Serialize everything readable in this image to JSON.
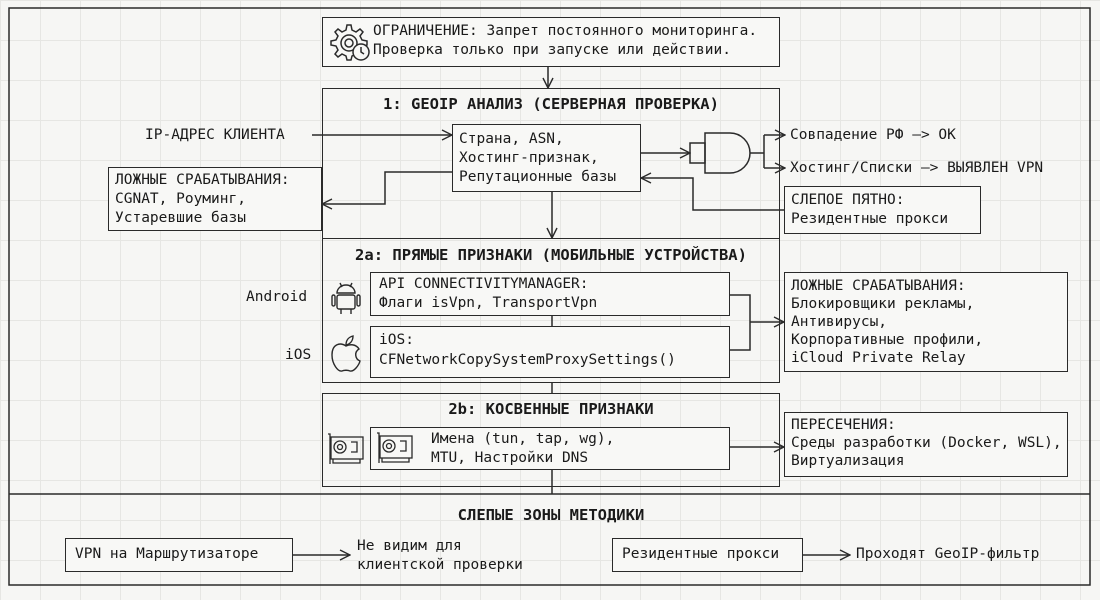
{
  "constraint": {
    "icon": "gear-clock-icon",
    "line1": "ОГРАНИЧЕНИЕ: Запрет постоянного мониторинга.",
    "line2": "Проверка только при запуске или действии."
  },
  "geoip": {
    "title": "1: GEOIP АНАЛИЗ (СЕРВЕРНАЯ ПРОВЕРКА)",
    "input_label": "IP-АДРЕС КЛИЕНТА",
    "checks": [
      "Страна, ASN,",
      "Хостинг-признак,",
      "Репутационные базы"
    ],
    "gate_icon": "and-gate-icon",
    "outcomes": [
      "Совпадение РФ —> OK",
      "Хостинг/Списки —> ВЫЯВЛЕН VPN"
    ],
    "false_positives": {
      "title": "ЛОЖНЫЕ СРАБАТЫВАНИЯ:",
      "lines": [
        "CGNAT, Роуминг,",
        "Устаревшие базы"
      ]
    },
    "blind_spot": {
      "title": "СЛЕПОЕ ПЯТНО:",
      "lines": [
        "Резидентные прокси"
      ]
    }
  },
  "direct": {
    "title": "2a: ПРЯМЫЕ ПРИЗНАКИ (МОБИЛЬНЫЕ УСТРОЙСТВА)",
    "android": {
      "label": "Android",
      "icon": "android-icon",
      "lines": [
        "API CONNECTIVITYMANAGER:",
        "Флаги isVpn, TransportVpn"
      ]
    },
    "ios": {
      "label": "iOS",
      "icon": "apple-icon",
      "lines": [
        "iOS:",
        "CFNetworkCopySystemProxySettings()"
      ]
    },
    "false_positives": {
      "title": "ЛОЖНЫЕ СРАБАТЫВАНИЯ:",
      "lines": [
        "Блокировщики рекламы,",
        "Антивирусы,",
        "Корпоративные профили,",
        "iCloud Private Relay"
      ]
    }
  },
  "indirect": {
    "title": "2b: КОСВЕННЫЕ ПРИЗНАКИ",
    "icon": "network-card-icon",
    "lines": [
      "Имена (tun, tap, wg),",
      "MTU, Настройки DNS"
    ],
    "overlaps": {
      "title": "ПЕРЕСЕЧЕНИЯ:",
      "lines": [
        "Среды разработки (Docker, WSL),",
        "Виртуализация"
      ]
    }
  },
  "blind_zones": {
    "title": "СЛЕПЫЕ ЗОНЫ МЕТОДИКИ",
    "items": [
      {
        "label": "VPN на Маршрутизаторе",
        "result": [
          "Не видим для",
          "клиентской проверки"
        ]
      },
      {
        "label": "Резидентные прокси",
        "result": [
          "Проходят GeoIP-фильтр"
        ]
      }
    ]
  }
}
